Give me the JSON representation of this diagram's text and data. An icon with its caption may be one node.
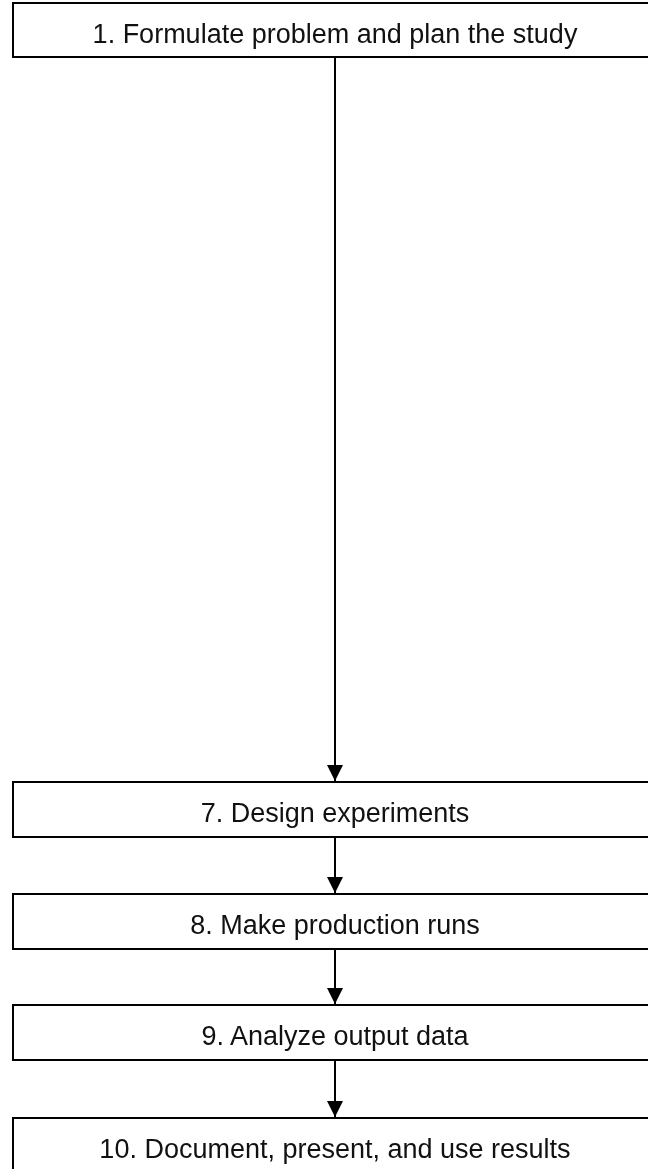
{
  "diagram": {
    "nodes": [
      {
        "text": [
          "1. Formulate problem and plan the study"
        ]
      },
      {
        "text": [
          "7. Design experiments"
        ]
      },
      {
        "text": [
          "8. Make production runs"
        ]
      },
      {
        "text": [
          "9. Analyze output data"
        ]
      },
      {
        "text": [
          "10. Document, present, and use results"
        ]
      }
    ],
    "edges": [
      {
        "from": 0,
        "to": 1,
        "arrow": "to"
      },
      {
        "from": 1,
        "to": 2,
        "arrow": "to"
      },
      {
        "from": 2,
        "to": 3,
        "arrow": "to"
      },
      {
        "from": 3,
        "to": 4,
        "arrow": "to"
      }
    ]
  }
}
